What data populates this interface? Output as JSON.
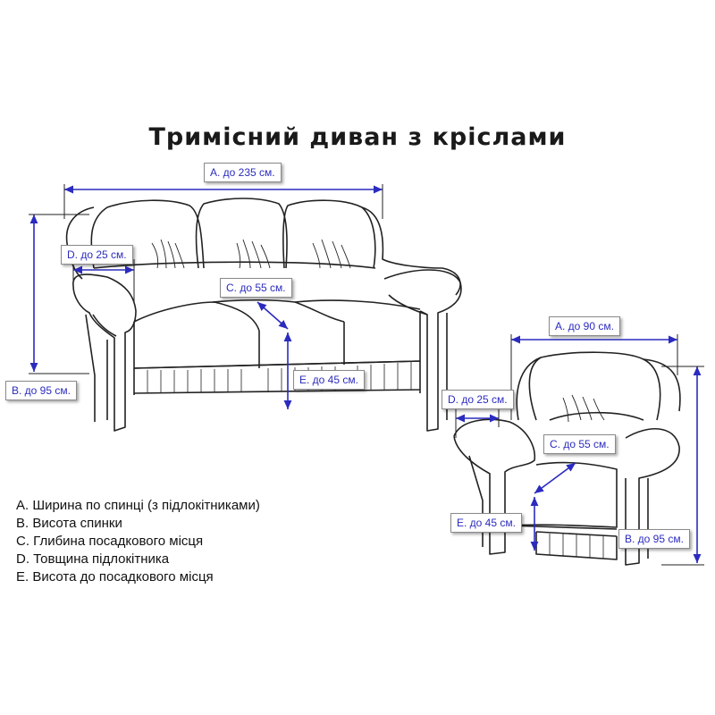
{
  "title": "Тримісний диван з кріслами",
  "sofa": {
    "a": "А. до 235 см.",
    "d": "D. до 25 см.",
    "c": "С. до 55 см.",
    "e": "Е. до 45 см.",
    "b": "В. до 95 см."
  },
  "armchair": {
    "a": "А. до 90 см.",
    "d": "D. до 25 см.",
    "c": "С. до 55 см.",
    "e": "Е. до 45 см.",
    "b": "В. до 95 см."
  },
  "legend": [
    "А. Ширина по спинці (з підлокітниками)",
    "В. Висота спинки",
    "С. Глибина посадкового місця",
    "D. Товщина підлокітника",
    "Е. Висота до посадкового місця"
  ],
  "colors": {
    "dimension_line": "#2b2bbf",
    "outline": "#222222"
  }
}
